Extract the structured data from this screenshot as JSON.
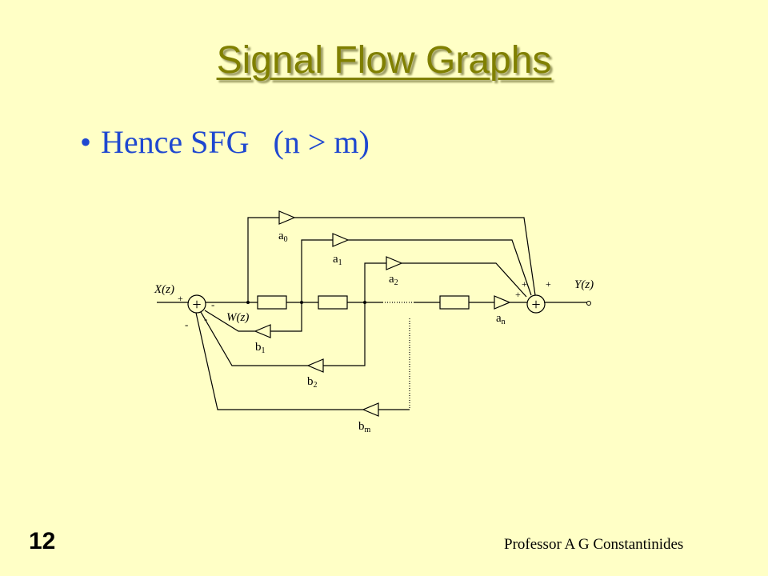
{
  "slide": {
    "title": "Signal Flow Graphs",
    "bullet": "•",
    "bullet_text": "Hence SFG",
    "bullet_condition": "(n > m)",
    "slide_number": "12",
    "footer": "Professor A G Constantinides"
  },
  "diagram": {
    "input_label": "X(z)",
    "output_label": "Y(z)",
    "state_label": "W(z)",
    "sum_symbol": "+",
    "sign_plus": "+",
    "sign_minus": "-",
    "feedforward_gains": [
      {
        "base": "a",
        "sub": "0"
      },
      {
        "base": "a",
        "sub": "1"
      },
      {
        "base": "a",
        "sub": "2"
      },
      {
        "base": "a",
        "sub": "n"
      }
    ],
    "feedback_gains": [
      {
        "base": "b",
        "sub": "1"
      },
      {
        "base": "b",
        "sub": "2"
      },
      {
        "base": "b",
        "sub": "m"
      }
    ]
  }
}
